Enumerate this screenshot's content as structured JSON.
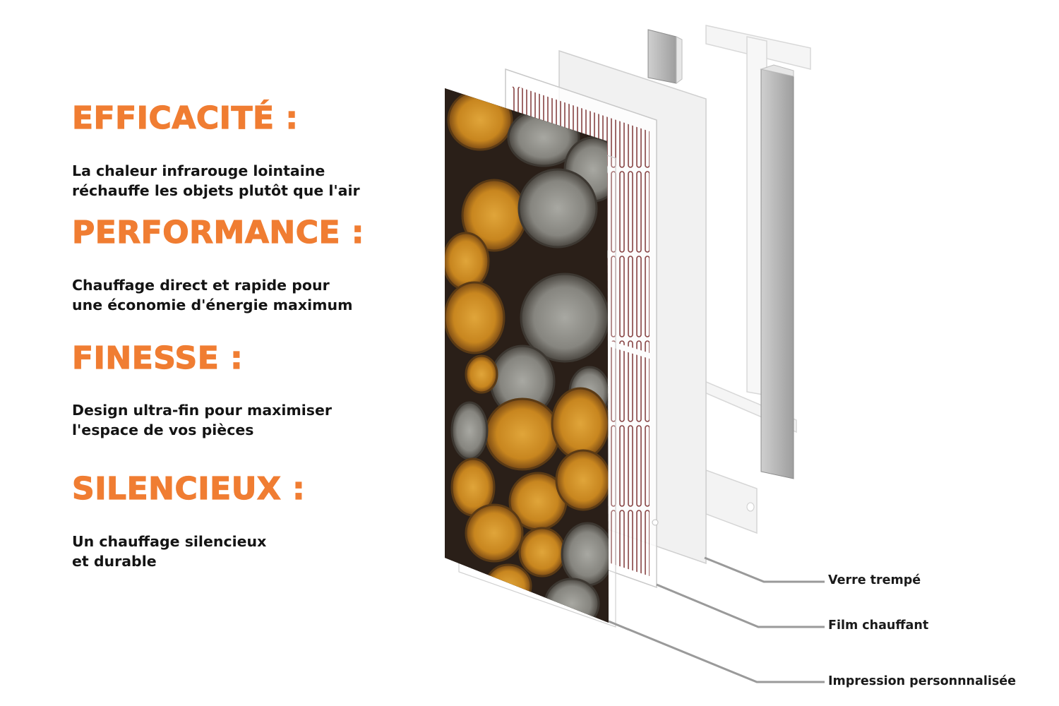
{
  "features": [
    {
      "title": "EFFICACITÉ :",
      "lines": [
        "La chaleur infrarouge lointaine",
        "réchauffe les objets plutôt que l'air"
      ]
    },
    {
      "title": "PERFORMANCE :",
      "lines": [
        "Chauffage direct et rapide pour",
        "une économie d'énergie maximum"
      ]
    },
    {
      "title": "FINESSE :",
      "lines": [
        "Design ultra-fin pour maximiser",
        "l'espace de vos pièces"
      ]
    },
    {
      "title": "SILENCIEUX :",
      "lines": [
        "Un chauffage silencieux",
        "et durable"
      ]
    }
  ],
  "callouts": [
    {
      "label": "Verre trempé"
    },
    {
      "label": "Film chauffant"
    },
    {
      "label": "Impression personnnalisée"
    }
  ],
  "colors": {
    "accent": "#f07d32",
    "text": "#141414",
    "heating_element": "#7a2e2e",
    "leader_line": "#9a9a9a"
  }
}
